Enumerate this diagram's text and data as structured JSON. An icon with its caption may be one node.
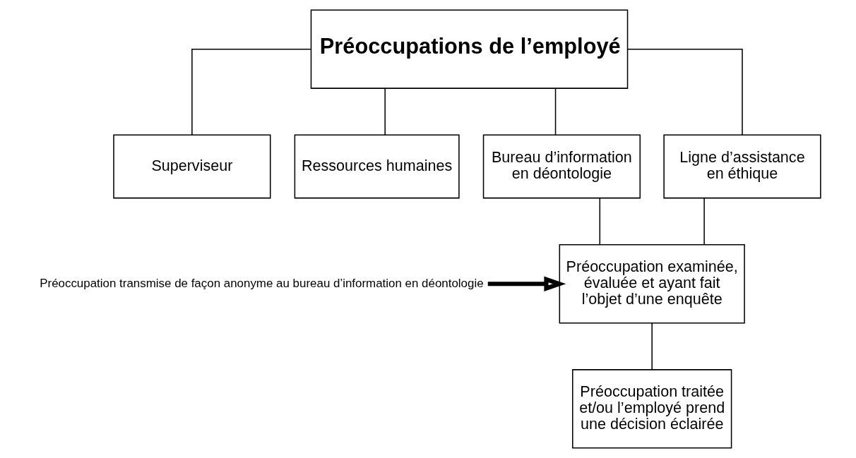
{
  "diagram": {
    "nodes": [
      {
        "text": [
          "Préoccupations de l’employé"
        ]
      },
      {
        "text": [
          "Superviseur"
        ]
      },
      {
        "text": [
          "Ressources humaines"
        ]
      },
      {
        "text": [
          "Bureau d’information en déontologie"
        ]
      },
      {
        "text": [
          "Ligne d’assistance en éthique"
        ]
      },
      {
        "text": [
          "Préoccupation examinée, évaluée et ayant fait l’objet d’une enquête"
        ]
      },
      {
        "text": [
          "Préoccupation traitée et/ou l’employé prend une décision éclairée"
        ]
      },
      {
        "text": [
          "Préoccupation transmise de façon anonyme au bureau d’information en déontologie"
        ]
      }
    ],
    "edges": [
      {
        "from": 0,
        "to": 1,
        "arrow": "none"
      },
      {
        "from": 0,
        "to": 2,
        "arrow": "none"
      },
      {
        "from": 0,
        "to": 3,
        "arrow": "none"
      },
      {
        "from": 0,
        "to": 4,
        "arrow": "none"
      },
      {
        "from": 3,
        "to": 5,
        "arrow": "none"
      },
      {
        "from": 4,
        "to": 5,
        "arrow": "none"
      },
      {
        "from": 5,
        "to": 6,
        "arrow": "none"
      },
      {
        "from": 7,
        "to": 5,
        "arrow": "to",
        "style": "thick"
      }
    ]
  }
}
